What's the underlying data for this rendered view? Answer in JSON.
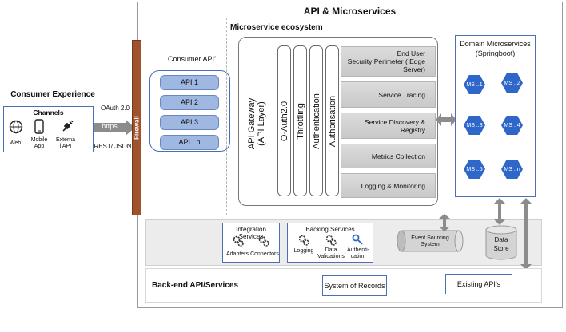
{
  "title": "API & Microservices",
  "consumer_experience": {
    "title": "Consumer Experience",
    "channels_title": "Channels",
    "channels": [
      "Web",
      "Mobile\nApp",
      "Externa\nl API"
    ],
    "oauth": "OAuth 2.0",
    "https": "https",
    "rest": "REST/ JSON"
  },
  "firewall": "Firewall",
  "consumer_api": {
    "title": "Consumer API’",
    "items": [
      "API 1",
      "API 2",
      "API 3",
      "API ..n"
    ]
  },
  "ecosystem": {
    "title": "Microservice ecosystem",
    "gateway": "API Gateway\n(API Layer)",
    "columns": [
      "O-Auth2.0",
      "Throttling",
      "Authentication",
      "Authorisation"
    ],
    "bars": [
      "End User\nSecurity Perimeter ( Edge Server)",
      "Service Tracing",
      "Service Discovery & Registry",
      "Metrics Collection",
      "Logging & Monitoring"
    ]
  },
  "domain": {
    "title": "Domain Microservices\n(Springboot)",
    "services": [
      "MS ..1",
      "MS ..2",
      "MS ..3",
      "MS ..4",
      "MS ..5",
      "MS ..n"
    ]
  },
  "integration": {
    "title": "Integration Services",
    "items": [
      "Adapters",
      "Connectors"
    ]
  },
  "backing": {
    "title": "Backing Services",
    "items": [
      "Logging",
      "Data\nValidations",
      "Authenti-\ncation"
    ]
  },
  "event_sourcing": "Event Sourcing\nSystem",
  "data_store": "Data\nStore",
  "backend": {
    "title": "Back-end API/Services",
    "system_of_records": "System of Records",
    "existing_apis": "Existing API’s"
  },
  "colors": {
    "accent_blue": "#2e66c9",
    "pill_blue": "#9fb8e2",
    "firewall": "#a0522d",
    "arrow_grey": "#8c8c8c"
  }
}
